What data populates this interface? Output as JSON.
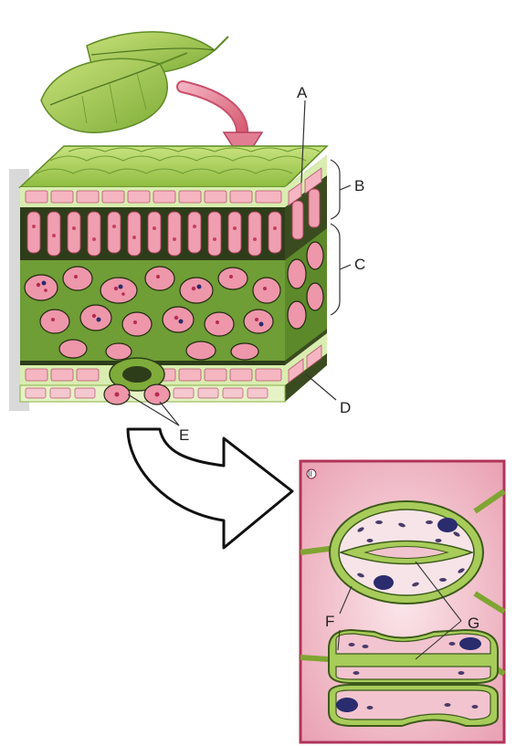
{
  "labels": {
    "a": "A",
    "b": "B",
    "c": "C",
    "d": "D",
    "e": "E",
    "f": "F",
    "g": "G"
  },
  "inset": {
    "corner_mark": "II"
  },
  "colors": {
    "leaf_green": "#9cc44a",
    "leaf_dark": "#6e9a2c",
    "cell_pink": "#e06b8a",
    "cell_light": "#f5c7cf",
    "tissue_green": "#6f9d36",
    "tissue_dark": "#1d2a10",
    "arrow_pink": "#e8879c",
    "inset_border": "#b0345a",
    "inset_bg": "#f4cfd8",
    "nucleus_blue": "#2a2c6e"
  }
}
